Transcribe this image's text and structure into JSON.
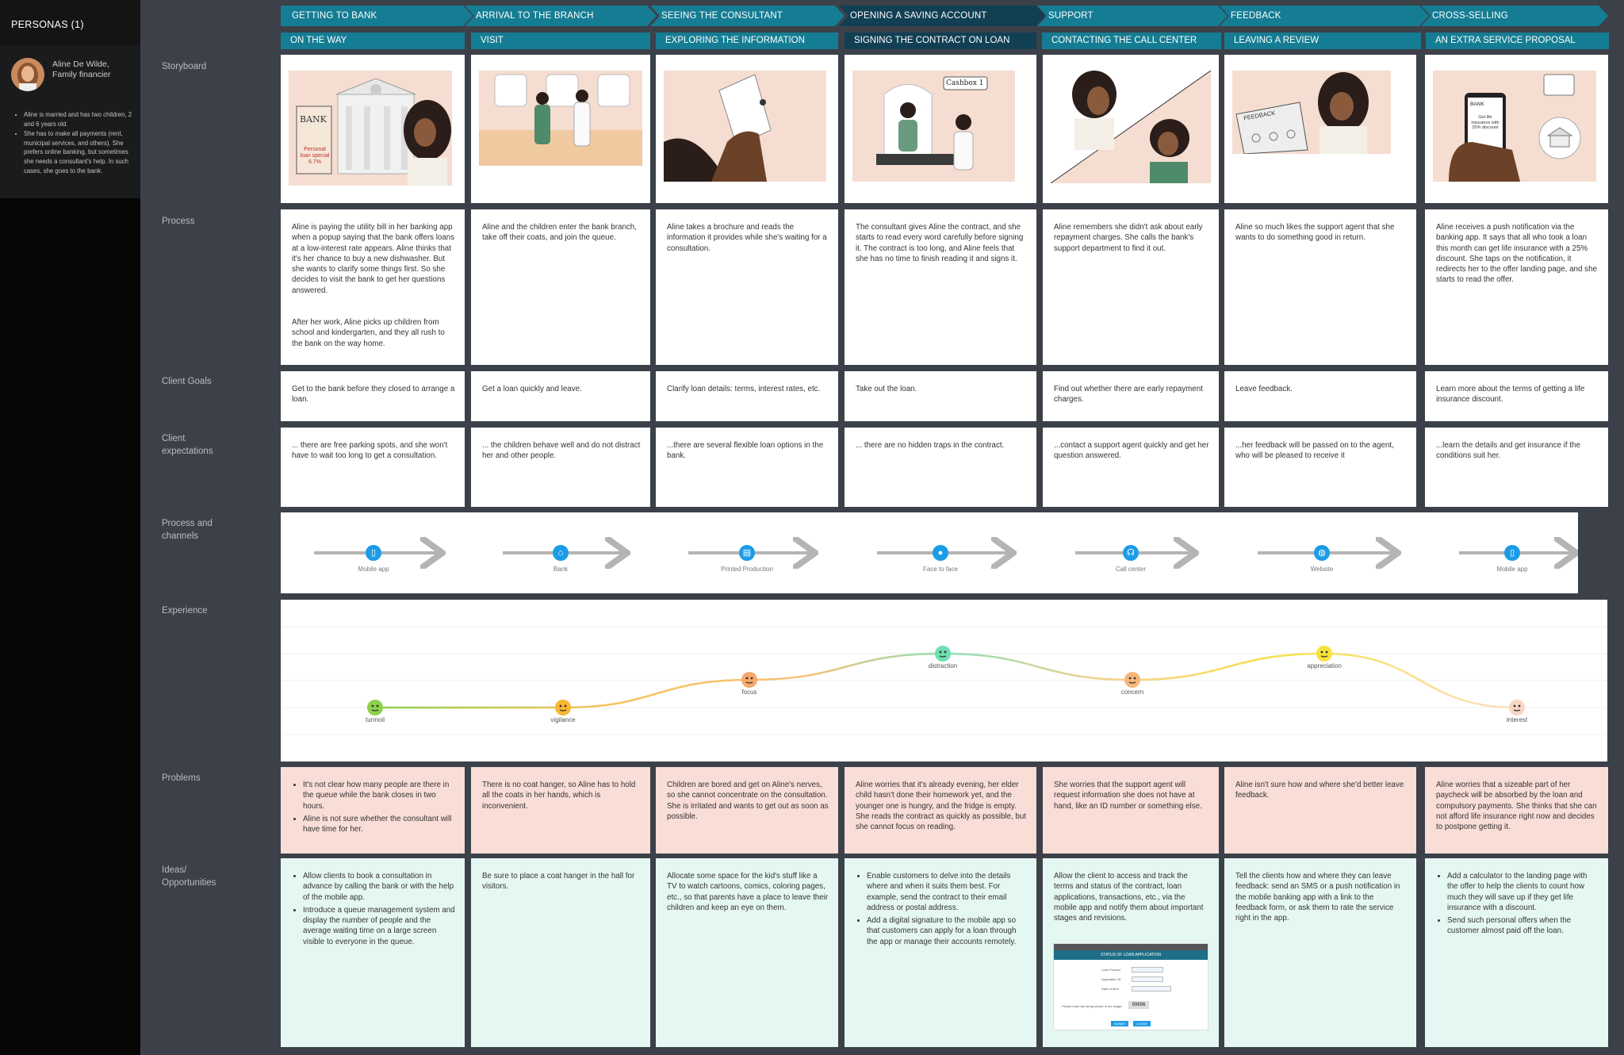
{
  "sidebar": {
    "header": "PERSONAS (1)",
    "persona_name": "Aline De Wilde, Family financier",
    "persona_notes": [
      "Aline is married and has two children, 2 and 6 years old.",
      "She has to make all payments (rent, municipal services, and others). She prefers online banking, but sometimes she needs a consultant's help. In such cases, she goes to the bank."
    ]
  },
  "row_labels": {
    "storyboard": "Storyboard",
    "process": "Process",
    "client_goals": "Client Goals",
    "client_expectations": "Client expectations",
    "process_channels": "Process and channels",
    "experience": "Experience",
    "problems": "Problems",
    "ideas": "Ideas/ Opportunities"
  },
  "stages": [
    {
      "label": "GETTING TO BANK",
      "sub": "ON THE WAY"
    },
    {
      "label": "ARRIVAL TO THE BRANCH",
      "sub": "VISIT"
    },
    {
      "label": "SEEING THE CONSULTANT",
      "sub": "EXPLORING THE INFORMATION"
    },
    {
      "label": "OPENING A SAVING ACCOUNT",
      "sub": "SIGNING THE CONTRACT ON LOAN"
    },
    {
      "label": "SUPPORT",
      "sub": "CONTACTING THE CALL CENTER"
    },
    {
      "label": "FEEDBACK",
      "sub": "LEAVING A REVIEW"
    },
    {
      "label": "CROSS-SELLING",
      "sub": "AN EXTRA SERVICE PROPOSAL"
    }
  ],
  "storyboard_text": {
    "bank_sign": "BANK",
    "bank_offer": "Personal loan special 6.7%",
    "cashbox": "Cashbox 1",
    "feedback": "FEEDBACK",
    "phone_bank": "BANK",
    "phone_offer": "Get life insurance with 25% discount"
  },
  "process": [
    [
      "Aline is paying the utility bill in her banking app when a popup saying that the bank offers loans at a low-interest rate appears. Aline thinks that it's her chance to buy a new dishwasher. But she wants to clarify some things first. So she decides to visit the bank to get her questions answered.",
      "After her work, Aline picks up children from school and kindergarten, and they all rush to the bank on the way home."
    ],
    [
      "Aline and the children enter the bank branch, take off their coats, and join the queue."
    ],
    [
      "Aline takes a brochure and reads the information it provides while she's waiting for a consultation."
    ],
    [
      "The consultant gives Aline the contract, and she starts to read every word carefully before signing it. The contract is too long, and Aline feels that she has no time to finish reading it and signs it."
    ],
    [
      "Aline remembers she didn't ask about early repayment charges. She calls the bank's support department to find it out."
    ],
    [
      "Aline so much likes the support agent that she wants to do something good in return."
    ],
    [
      "Aline receives a push notification via the banking app. It says that all who took a loan this month can get life insurance with a 25% discount. She taps on the notification, it redirects her to the offer landing page, and she starts to read the offer."
    ]
  ],
  "goals": [
    "Get to the bank before they closed to arrange a loan.",
    "Get a loan quickly and leave.",
    "Clarify loan details: terms, interest rates, etc.",
    "Take out the loan.",
    "Find out whether there are early repayment charges.",
    "Leave feedback.",
    "Learn more about the terms of getting a life insurance discount."
  ],
  "expectations": [
    "... there are free parking spots, and she won't have to wait too long to get a consultation.",
    "... the children behave well and do not distract her and other people.",
    "...there are several flexible loan options in the bank.",
    "... there are no hidden traps in the contract.",
    "...contact a support agent quickly and get her question answered.",
    "...her feedback will be passed on to the agent, who will be pleased to receive it",
    "...learn the details and get insurance if the conditions suit her."
  ],
  "channels": [
    {
      "label": "Mobile app",
      "icon": "mobile-icon"
    },
    {
      "label": "Bank",
      "icon": "bank-icon"
    },
    {
      "label": "Printed Production",
      "icon": "printer-icon"
    },
    {
      "label": "Face to face",
      "icon": "person-icon"
    },
    {
      "label": "Call center",
      "icon": "headset-icon"
    },
    {
      "label": "Website",
      "icon": "globe-icon"
    },
    {
      "label": "Mobile app",
      "icon": "mobile-icon"
    }
  ],
  "experience": {
    "points": [
      {
        "label": "turmoil",
        "level": 1,
        "color": "#8bd14a"
      },
      {
        "label": "vigilance",
        "level": 1,
        "color": "#f7b733"
      },
      {
        "label": "focus",
        "level": 2,
        "color": "#f6a96a"
      },
      {
        "label": "distraction",
        "level": 3,
        "color": "#6fe0b0"
      },
      {
        "label": "concern",
        "level": 2,
        "color": "#f6b87a"
      },
      {
        "label": "appreciation",
        "level": 3,
        "color": "#f6e23a"
      },
      {
        "label": "interest",
        "level": 1,
        "color": "#f7d7c4"
      }
    ]
  },
  "problems": [
    {
      "bullets": [
        "It's not clear how many people are there in the queue while the bank closes in two hours.",
        "Aline is not sure whether the consultant will have time for her."
      ]
    },
    {
      "text": "There is no coat hanger, so Aline has to hold all the coats in her hands, which is inconvenient."
    },
    {
      "text": "Children are bored and get on Aline's nerves, so she cannot concentrate on the consultation. She is irritated and wants to get out as soon as possible."
    },
    {
      "text": "Aline worries that it's already evening, her elder child hasn't done their homework yet, and the younger one is hungry, and the fridge is empty. She reads the contract as quickly as possible, but she cannot focus on reading."
    },
    {
      "text": "She worries that the support agent will request information she does not have at hand, like an ID number or something else."
    },
    {
      "text": "Aline isn't sure how and where she'd better leave feedback."
    },
    {
      "text": "Aline worries that a sizeable part of her paycheck will be absorbed by the loan and compulsory payments. She thinks that she can not afford life insurance right now and decides to postpone getting it."
    }
  ],
  "ideas": [
    {
      "bullets": [
        "Allow clients to book a consultation in advance by calling the bank or with the help of the mobile app.",
        "Introduce a queue management system and display the number of people and the average waiting time on a large screen visible to everyone in the queue."
      ]
    },
    {
      "text": "Be sure to place a coat hanger in the hall for visitors."
    },
    {
      "text": "Allocate some space for the kid's stuff like a TV to watch cartoons, comics, coloring pages, etc., so that parents have a place to leave their children and keep an eye on them."
    },
    {
      "bullets": [
        "Enable customers to delve into the details where and when it suits them best. For example, send the contract to their email address or postal address.",
        "Add a digital signature to the mobile app so that customers can apply for a loan through the app or manage their accounts remotely."
      ]
    },
    {
      "text": "Allow the client to access and track the terms and status of the contract, loan applications, transactions, etc., via the mobile app and notify them about important stages and revisions."
    },
    {
      "text": "Tell the clients how and where they can leave feedback: send an SMS or a push notification in the mobile banking app with a link to the feedback form, or ask them to rate the service right in the app."
    },
    {
      "bullets": [
        "Add a calculator to the landing page with the offer to help the clients to count how much they will save up if they get life insurance with a discount.",
        "Send such personal offers when the customer almost paid off the loan."
      ]
    }
  ],
  "mini_form": {
    "title": "STATUS OF LOAN APPLICATION",
    "field_loan_product": "Loan Product",
    "field_application": "Application ID",
    "field_date": "Date of birth",
    "captcha_prompt": "Please enter the string shown in the image",
    "captcha": "99696",
    "submit": "SUBMIT",
    "clear": "CLEAR"
  }
}
